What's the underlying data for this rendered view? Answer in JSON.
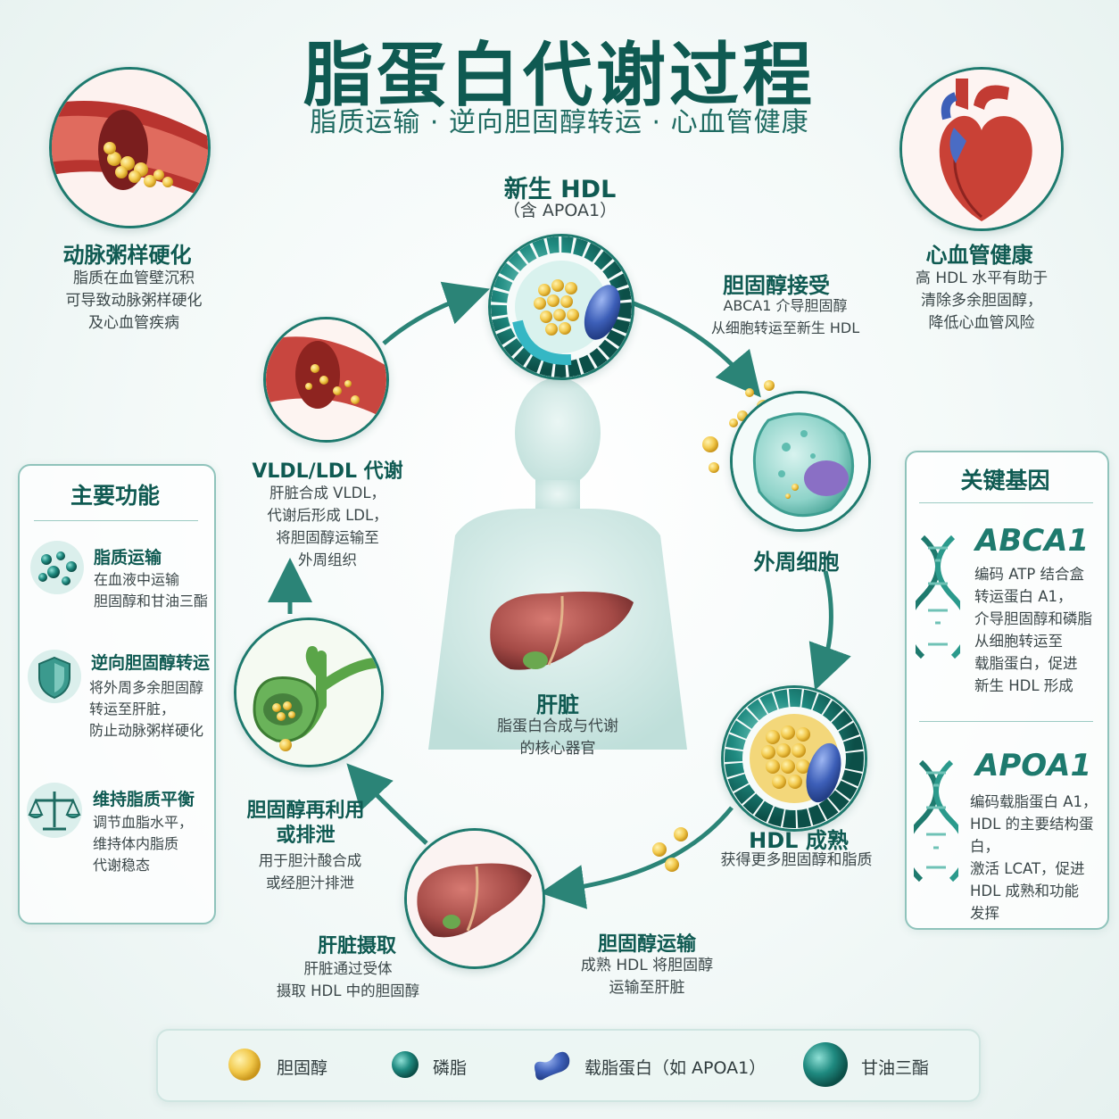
{
  "title": "脂蛋白代谢过程",
  "subtitle": "脂质运输 · 逆向胆固醇转运 · 心血管健康",
  "corner_left": {
    "title": "动脉粥样硬化",
    "desc": "脂质在血管壁沉积\n可导致动脉粥样硬化\n及心血管疾病"
  },
  "corner_right": {
    "title": "心血管健康",
    "desc": "高 HDL 水平有助于\n清除多余胆固醇，\n降低心血管风险"
  },
  "cycle": {
    "nascent_hdl": {
      "title": "新生 HDL",
      "subtitle": "（含 APOA1）"
    },
    "chol_accept": {
      "title": "胆固醇接受",
      "desc": "ABCA1 介导胆固醇\n从细胞转运至新生 HDL"
    },
    "peripheral": {
      "title": "外周细胞"
    },
    "mature_hdl": {
      "title": "HDL 成熟",
      "desc": "获得更多胆固醇和脂质"
    },
    "chol_transport": {
      "title": "胆固醇运输",
      "desc": "成熟 HDL 将胆固醇\n运输至肝脏"
    },
    "liver_uptake": {
      "title": "肝脏摄取",
      "desc": "肝脏通过受体\n摄取 HDL 中的胆固醇"
    },
    "reuse": {
      "title": "胆固醇再利用\n或排泄",
      "desc": "用于胆汁酸合成\n或经胆汁排泄"
    },
    "vldl": {
      "title": "VLDL/LDL 代谢",
      "desc": "肝脏合成 VLDL，\n代谢后形成 LDL，\n将胆固醇运输至\n外周组织"
    },
    "liver_center": {
      "title": "肝脏",
      "desc": "脂蛋白合成与代谢\n的核心器官"
    }
  },
  "functions_panel": {
    "title": "主要功能",
    "items": [
      {
        "title": "脂质运输",
        "desc": "在血液中运输\n胆固醇和甘油三酯"
      },
      {
        "title": "逆向胆固醇转运",
        "desc": "将外周多余胆固醇\n转运至肝脏，\n防止动脉粥样硬化"
      },
      {
        "title": "维持脂质平衡",
        "desc": "调节血脂水平，\n维持体内脂质\n代谢稳态"
      }
    ]
  },
  "genes_panel": {
    "title": "关键基因",
    "genes": [
      {
        "name": "ABCA1",
        "desc": "编码 ATP 结合盒\n转运蛋白 A1，\n介导胆固醇和磷脂\n从细胞转运至\n载脂蛋白，促进\n新生 HDL 形成"
      },
      {
        "name": "APOA1",
        "desc": "编码载脂蛋白 A1，\nHDL 的主要结构蛋白，\n激活 LCAT，促进\nHDL 成熟和功能\n发挥"
      }
    ]
  },
  "legend": [
    {
      "label": "胆固醇",
      "icon": "cholesterol-icon"
    },
    {
      "label": "磷脂",
      "icon": "phospholipid-icon"
    },
    {
      "label": "载脂蛋白（如 APOA1）",
      "icon": "apolipoprotein-icon"
    },
    {
      "label": "甘油三酯",
      "icon": "triglyceride-icon"
    }
  ],
  "colors": {
    "primary": "#0f5a52",
    "accent": "#1e7a6e",
    "cholesterol": "#f2c94c",
    "phospholipid": "#1f8a80",
    "apolipoprotein": "#3d5fb8",
    "vessel": "#b8342f",
    "liver": "#9a3b3b"
  }
}
